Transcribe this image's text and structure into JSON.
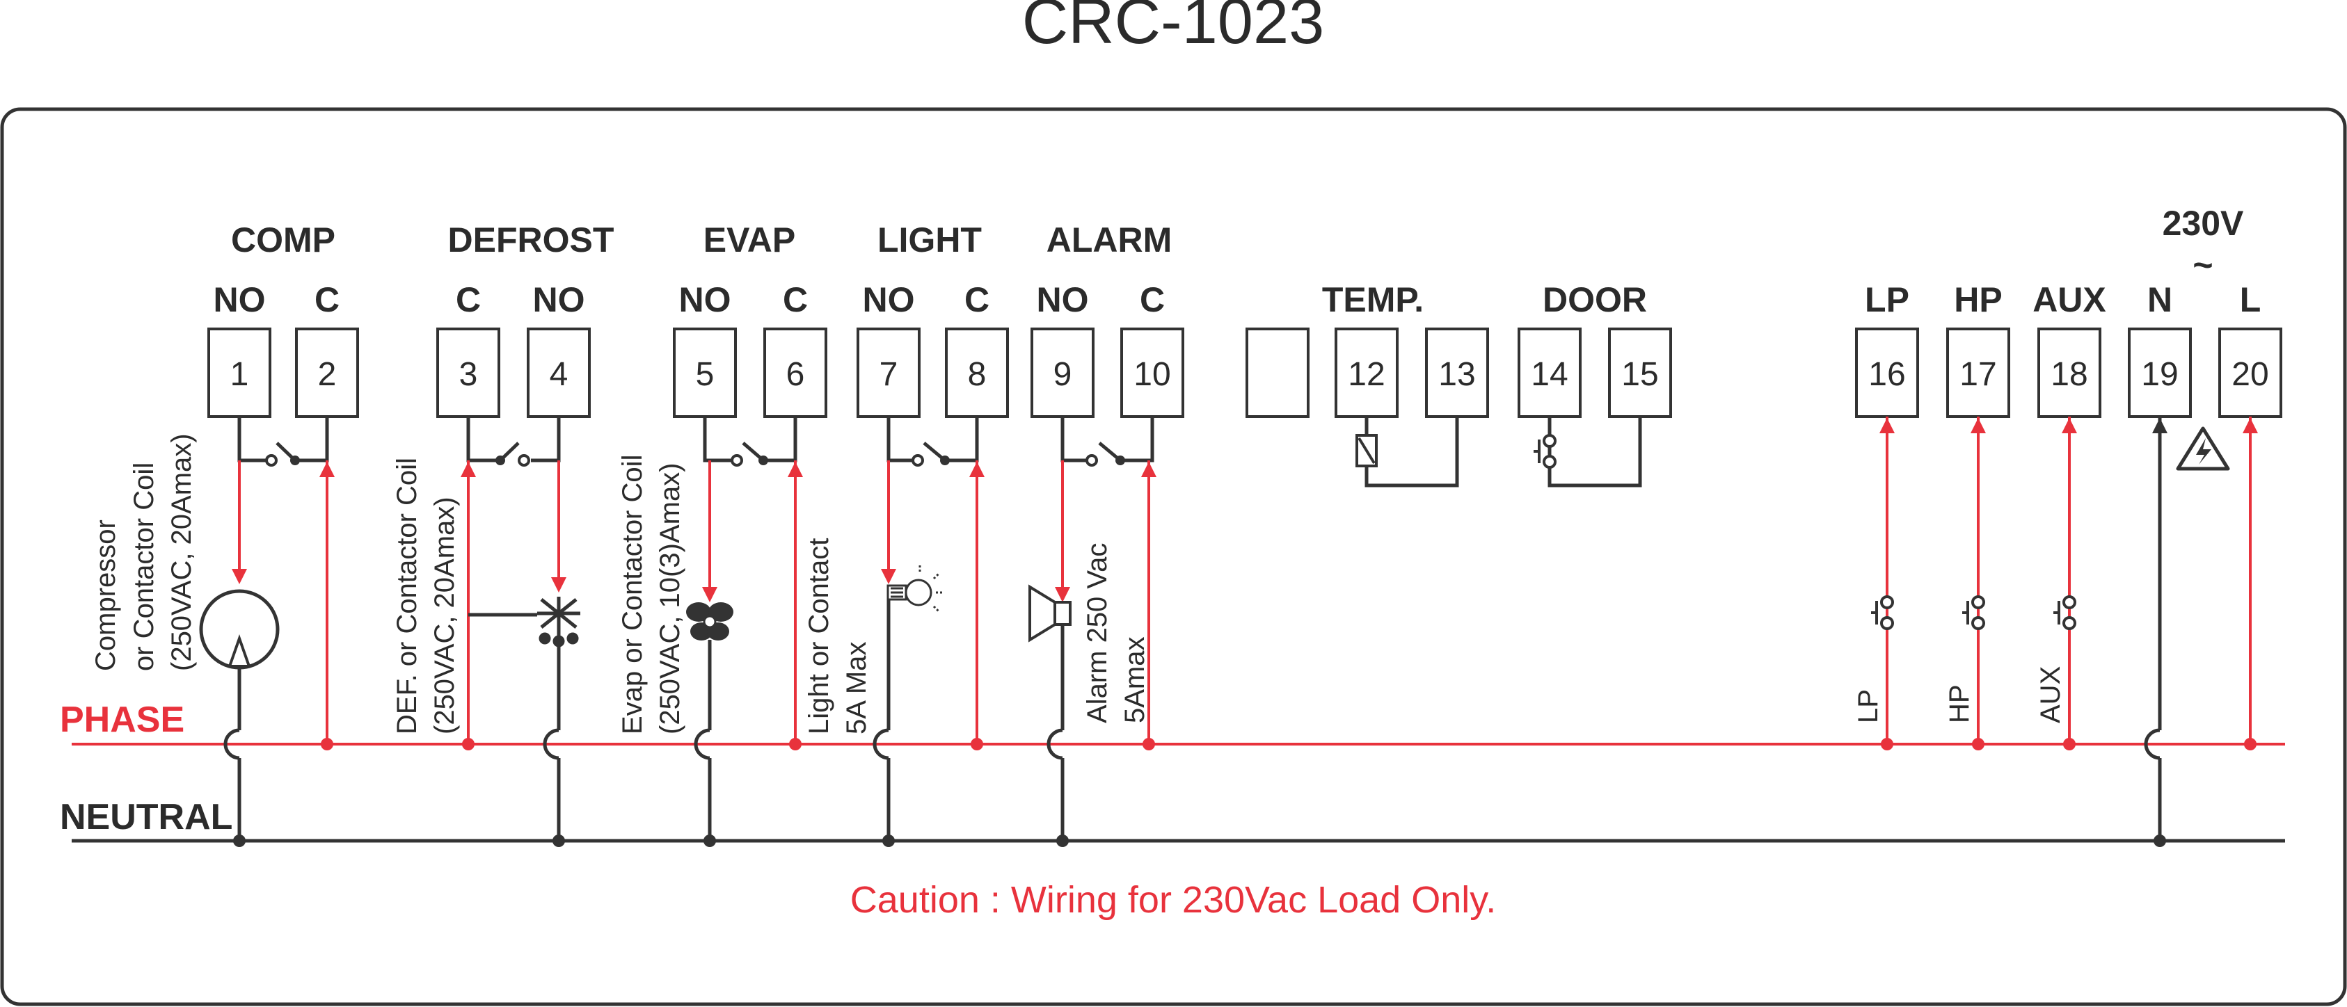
{
  "title": "CRC-1023",
  "voltage_label": "230V",
  "voltage_symbol": "~",
  "groups": {
    "comp": "COMP",
    "defrost": "DEFROST",
    "evap": "EVAP",
    "light": "LIGHT",
    "alarm": "ALARM",
    "temp": "TEMP.",
    "door": "DOOR"
  },
  "terminal_labels": {
    "t1": "NO",
    "t2": "C",
    "t3": "C",
    "t4": "NO",
    "t5": "NO",
    "t6": "C",
    "t7": "NO",
    "t8": "C",
    "t9": "NO",
    "t10": "C",
    "t16": "LP",
    "t17": "HP",
    "t18": "AUX",
    "t19": "N",
    "t20": "L"
  },
  "terminals": {
    "t1": "1",
    "t2": "2",
    "t3": "3",
    "t4": "4",
    "t5": "5",
    "t6": "6",
    "t7": "7",
    "t8": "8",
    "t9": "9",
    "t10": "10",
    "t11": "",
    "t12": "12",
    "t13": "13",
    "t14": "14",
    "t15": "15",
    "t16": "16",
    "t17": "17",
    "t18": "18",
    "t19": "19",
    "t20": "20"
  },
  "descriptions": {
    "comp": [
      "Compressor",
      "or Contactor Coil",
      "(250VAC, 20Amax)"
    ],
    "defrost": [
      "DEF. or Contactor Coil",
      "(250VAC, 20Amax)"
    ],
    "evap": [
      "Evap or Contactor Coil",
      "(250VAC, 10(3)Amax)"
    ],
    "light": [
      "Light or Contact",
      "5A Max"
    ],
    "alarm": [
      "Alarm 250 Vac",
      "5Amax"
    ],
    "lp": "LP",
    "hp": "HP",
    "aux": "AUX"
  },
  "bus": {
    "phase": "PHASE",
    "neutral": "NEUTRAL"
  },
  "caution": "Caution : Wiring for 230Vac Load Only.",
  "icons": {
    "compressor": "compressor-icon",
    "defrost": "defrost-heater-icon",
    "fan": "fan-icon",
    "lamp": "lamp-icon",
    "alarm": "speaker-icon",
    "temp_sensor": "thermistor-icon",
    "door_switch": "door-switch-icon",
    "pressure_switch": "pressure-switch-icon",
    "hazard": "high-voltage-warning-icon"
  },
  "colors": {
    "phase": "#e8323c",
    "neutral": "#333333",
    "caution": "#e8323c"
  }
}
